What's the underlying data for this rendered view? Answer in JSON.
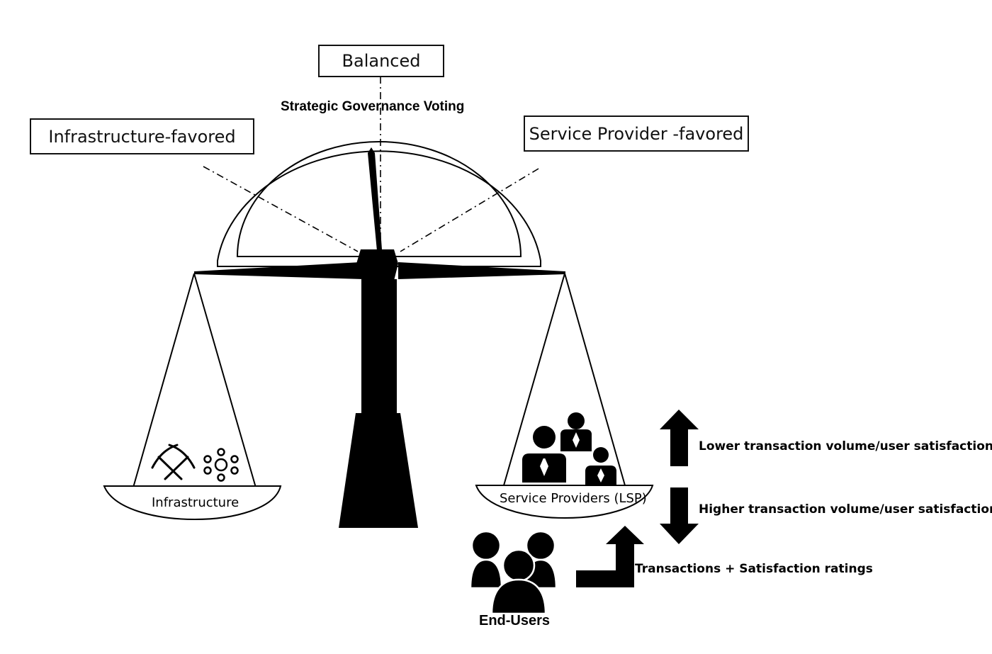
{
  "labels": {
    "balanced": "Balanced",
    "infrastructure_favored": "Infrastructure-favored",
    "service_provider_favored": "Service Provider -favored",
    "governance": "Strategic Governance Voting",
    "infrastructure": "Infrastructure",
    "service_providers": "Service Providers (LSP)",
    "lower": "Lower transaction volume/user satisfaction",
    "higher": "Higher transaction volume/user satisfaction",
    "transactions": "Transactions + Satisfaction ratings",
    "end_users": "End-Users"
  },
  "icons": {
    "left_pan": [
      "pickaxes-icon",
      "node-network-icon"
    ],
    "right_pan": [
      "business-people-icon"
    ],
    "end_users": "users-group-icon",
    "arrow_up": "arrow-up-icon",
    "arrow_down": "arrow-down-icon",
    "arrow_feed": "bent-arrow-icon"
  },
  "colors": {
    "ink": "#000000",
    "background": "#ffffff"
  }
}
